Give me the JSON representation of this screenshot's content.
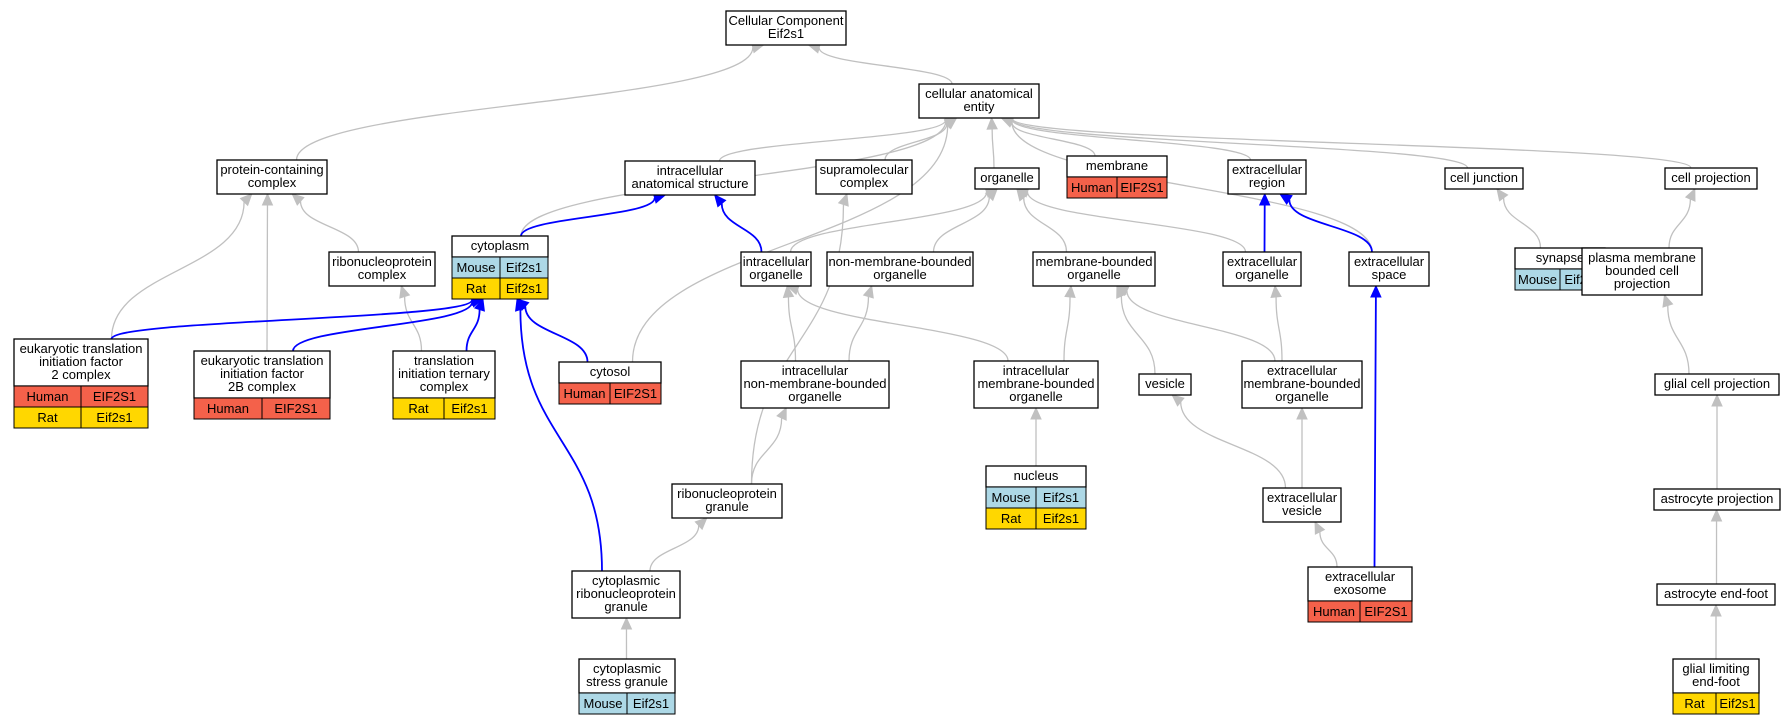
{
  "colors": {
    "is_a_edge": "#c0c0c0",
    "part_of_edge": "#0000ff",
    "Human": "#f4614a",
    "Mouse": "#add8e6",
    "Rat": "#ffd700"
  },
  "nodes": [
    {
      "id": "root",
      "lines": [
        "Cellular Component",
        "Eif2s1"
      ],
      "ann": []
    },
    {
      "id": "cae",
      "lines": [
        "cellular anatomical",
        "entity"
      ],
      "ann": []
    },
    {
      "id": "pcc",
      "lines": [
        "protein-containing",
        "complex"
      ],
      "ann": []
    },
    {
      "id": "ias",
      "lines": [
        "intracellular",
        "anatomical structure"
      ],
      "ann": []
    },
    {
      "id": "smc",
      "lines": [
        "supramolecular",
        "complex"
      ],
      "ann": []
    },
    {
      "id": "org",
      "lines": [
        "organelle"
      ],
      "ann": []
    },
    {
      "id": "mem",
      "lines": [
        "membrane"
      ],
      "ann": [
        [
          "Human",
          "EIF2S1"
        ]
      ]
    },
    {
      "id": "exr",
      "lines": [
        "extracellular",
        "region"
      ],
      "ann": []
    },
    {
      "id": "cj",
      "lines": [
        "cell junction"
      ],
      "ann": []
    },
    {
      "id": "cp",
      "lines": [
        "cell projection"
      ],
      "ann": []
    },
    {
      "id": "cyt",
      "lines": [
        "cytoplasm"
      ],
      "ann": [
        [
          "Mouse",
          "Eif2s1"
        ],
        [
          "Rat",
          "Eif2s1"
        ]
      ]
    },
    {
      "id": "rnpc",
      "lines": [
        "ribonucleoprotein",
        "complex"
      ],
      "ann": []
    },
    {
      "id": "io",
      "lines": [
        "intracellular",
        "organelle"
      ],
      "ann": []
    },
    {
      "id": "nmbo",
      "lines": [
        "non-membrane-bounded",
        "organelle"
      ],
      "ann": []
    },
    {
      "id": "mbo",
      "lines": [
        "membrane-bounded",
        "organelle"
      ],
      "ann": []
    },
    {
      "id": "exo",
      "lines": [
        "extracellular",
        "organelle"
      ],
      "ann": []
    },
    {
      "id": "exs",
      "lines": [
        "extracellular",
        "space"
      ],
      "ann": []
    },
    {
      "id": "syn",
      "lines": [
        "synapse"
      ],
      "ann": [
        [
          "Mouse",
          "Eif2s1"
        ]
      ]
    },
    {
      "id": "pmbcp",
      "lines": [
        "plasma membrane",
        "bounded cell",
        "projection"
      ],
      "ann": []
    },
    {
      "id": "eif2",
      "lines": [
        "eukaryotic translation",
        "initiation factor",
        "2 complex"
      ],
      "ann": [
        [
          "Human",
          "EIF2S1"
        ],
        [
          "Rat",
          "Eif2s1"
        ]
      ]
    },
    {
      "id": "eif2b",
      "lines": [
        "eukaryotic translation",
        "initiation factor",
        "2B complex"
      ],
      "ann": [
        [
          "Human",
          "EIF2S1"
        ]
      ]
    },
    {
      "id": "tit",
      "lines": [
        "translation",
        "initiation ternary",
        "complex"
      ],
      "ann": [
        [
          "Rat",
          "Eif2s1"
        ]
      ]
    },
    {
      "id": "cytosol",
      "lines": [
        "cytosol"
      ],
      "ann": [
        [
          "Human",
          "EIF2S1"
        ]
      ]
    },
    {
      "id": "inmbo",
      "lines": [
        "intracellular",
        "non-membrane-bounded",
        "organelle"
      ],
      "ann": []
    },
    {
      "id": "imbo",
      "lines": [
        "intracellular",
        "membrane-bounded",
        "organelle"
      ],
      "ann": []
    },
    {
      "id": "ves",
      "lines": [
        "vesicle"
      ],
      "ann": []
    },
    {
      "id": "exmbo",
      "lines": [
        "extracellular",
        "membrane-bounded",
        "organelle"
      ],
      "ann": []
    },
    {
      "id": "gcp",
      "lines": [
        "glial cell projection"
      ],
      "ann": []
    },
    {
      "id": "nuc",
      "lines": [
        "nucleus"
      ],
      "ann": [
        [
          "Mouse",
          "Eif2s1"
        ],
        [
          "Rat",
          "Eif2s1"
        ]
      ]
    },
    {
      "id": "rnpg",
      "lines": [
        "ribonucleoprotein",
        "granule"
      ],
      "ann": []
    },
    {
      "id": "exv",
      "lines": [
        "extracellular",
        "vesicle"
      ],
      "ann": []
    },
    {
      "id": "ap",
      "lines": [
        "astrocyte projection"
      ],
      "ann": []
    },
    {
      "id": "crnpg",
      "lines": [
        "cytoplasmic",
        "ribonucleoprotein",
        "granule"
      ],
      "ann": []
    },
    {
      "id": "exos",
      "lines": [
        "extracellular",
        "exosome"
      ],
      "ann": [
        [
          "Human",
          "EIF2S1"
        ]
      ]
    },
    {
      "id": "aef",
      "lines": [
        "astrocyte end-foot"
      ],
      "ann": []
    },
    {
      "id": "csg",
      "lines": [
        "cytoplasmic",
        "stress granule"
      ],
      "ann": [
        [
          "Mouse",
          "Eif2s1"
        ]
      ]
    },
    {
      "id": "glef",
      "lines": [
        "glial limiting",
        "end-foot"
      ],
      "ann": [
        [
          "Rat",
          "Eif2s1"
        ]
      ]
    }
  ],
  "edges": [
    {
      "from": "cae",
      "to": "root",
      "rel": "is_a"
    },
    {
      "from": "pcc",
      "to": "root",
      "rel": "is_a"
    },
    {
      "from": "ias",
      "to": "cae",
      "rel": "is_a"
    },
    {
      "from": "smc",
      "to": "cae",
      "rel": "is_a"
    },
    {
      "from": "org",
      "to": "cae",
      "rel": "is_a"
    },
    {
      "from": "mem",
      "to": "cae",
      "rel": "is_a"
    },
    {
      "from": "exr",
      "to": "cae",
      "rel": "is_a"
    },
    {
      "from": "cj",
      "to": "cae",
      "rel": "is_a"
    },
    {
      "from": "cp",
      "to": "cae",
      "rel": "is_a"
    },
    {
      "from": "cyt",
      "to": "cae",
      "rel": "is_a"
    },
    {
      "from": "cytosol",
      "to": "cae",
      "rel": "is_a"
    },
    {
      "from": "exs",
      "to": "cae",
      "rel": "is_a"
    },
    {
      "from": "cyt",
      "to": "ias",
      "rel": "part_of"
    },
    {
      "from": "io",
      "to": "ias",
      "rel": "part_of"
    },
    {
      "from": "rnpc",
      "to": "pcc",
      "rel": "is_a"
    },
    {
      "from": "eif2",
      "to": "pcc",
      "rel": "is_a"
    },
    {
      "from": "eif2b",
      "to": "pcc",
      "rel": "is_a"
    },
    {
      "from": "tit",
      "to": "rnpc",
      "rel": "is_a"
    },
    {
      "from": "eif2",
      "to": "cyt",
      "rel": "part_of"
    },
    {
      "from": "eif2b",
      "to": "cyt",
      "rel": "part_of"
    },
    {
      "from": "tit",
      "to": "cyt",
      "rel": "part_of"
    },
    {
      "from": "cytosol",
      "to": "cyt",
      "rel": "part_of"
    },
    {
      "from": "crnpg",
      "to": "cyt",
      "rel": "part_of"
    },
    {
      "from": "io",
      "to": "org",
      "rel": "is_a"
    },
    {
      "from": "nmbo",
      "to": "org",
      "rel": "is_a"
    },
    {
      "from": "mbo",
      "to": "org",
      "rel": "is_a"
    },
    {
      "from": "exo",
      "to": "org",
      "rel": "is_a"
    },
    {
      "from": "exo",
      "to": "exr",
      "rel": "part_of"
    },
    {
      "from": "exs",
      "to": "exr",
      "rel": "part_of"
    },
    {
      "from": "syn",
      "to": "cj",
      "rel": "is_a"
    },
    {
      "from": "pmbcp",
      "to": "cp",
      "rel": "is_a"
    },
    {
      "from": "inmbo",
      "to": "io",
      "rel": "is_a"
    },
    {
      "from": "inmbo",
      "to": "nmbo",
      "rel": "is_a"
    },
    {
      "from": "imbo",
      "to": "io",
      "rel": "is_a"
    },
    {
      "from": "imbo",
      "to": "mbo",
      "rel": "is_a"
    },
    {
      "from": "ves",
      "to": "mbo",
      "rel": "is_a"
    },
    {
      "from": "exmbo",
      "to": "mbo",
      "rel": "is_a"
    },
    {
      "from": "exmbo",
      "to": "exo",
      "rel": "is_a"
    },
    {
      "from": "nuc",
      "to": "imbo",
      "rel": "is_a"
    },
    {
      "from": "rnpg",
      "to": "inmbo",
      "rel": "is_a"
    },
    {
      "from": "rnpg",
      "to": "smc",
      "rel": "is_a"
    },
    {
      "from": "exv",
      "to": "ves",
      "rel": "is_a"
    },
    {
      "from": "exv",
      "to": "exmbo",
      "rel": "is_a"
    },
    {
      "from": "exos",
      "to": "exv",
      "rel": "is_a"
    },
    {
      "from": "exos",
      "to": "exs",
      "rel": "part_of"
    },
    {
      "from": "crnpg",
      "to": "rnpg",
      "rel": "is_a"
    },
    {
      "from": "csg",
      "to": "crnpg",
      "rel": "is_a"
    },
    {
      "from": "gcp",
      "to": "pmbcp",
      "rel": "is_a"
    },
    {
      "from": "ap",
      "to": "gcp",
      "rel": "is_a"
    },
    {
      "from": "aef",
      "to": "ap",
      "rel": "is_a"
    },
    {
      "from": "glef",
      "to": "aef",
      "rel": "is_a"
    }
  ]
}
